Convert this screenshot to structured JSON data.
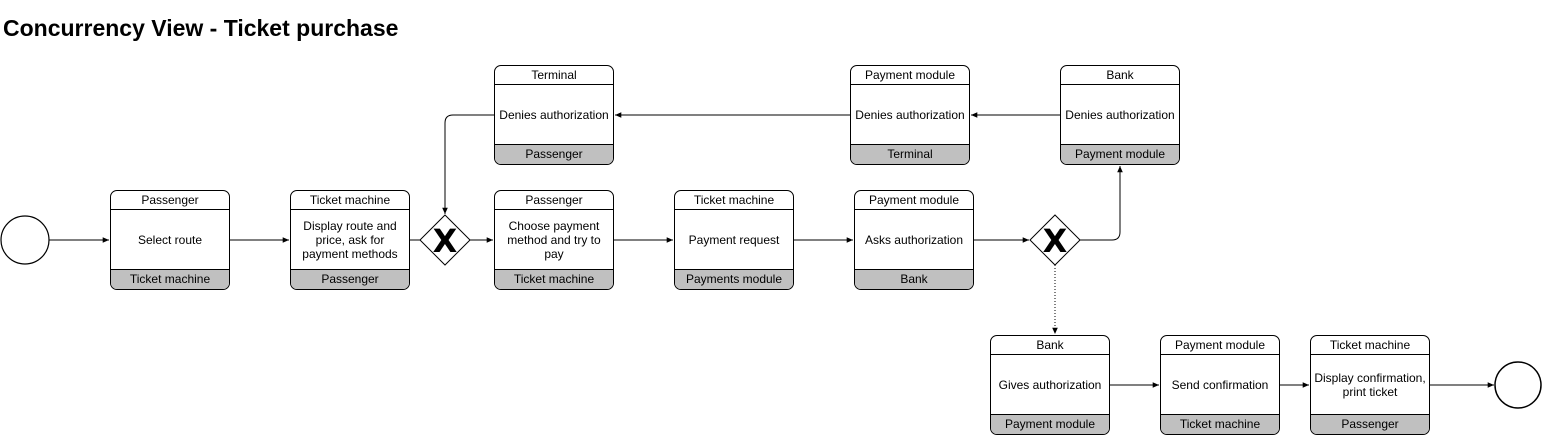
{
  "title": "Concurrency View - Ticket purchase",
  "tasks": [
    {
      "header": "Terminal",
      "body": "Denies authorization",
      "footer": "Passenger"
    },
    {
      "header": "Payment module",
      "body": "Denies authorization",
      "footer": "Terminal"
    },
    {
      "header": "Bank",
      "body": "Denies authorization",
      "footer": "Payment module"
    },
    {
      "header": "Passenger",
      "body": "Select route",
      "footer": "Ticket machine"
    },
    {
      "header": "Ticket machine",
      "body": "Display route and price, ask for payment methods",
      "footer": "Passenger"
    },
    {
      "header": "Passenger",
      "body": "Choose payment method and try to pay",
      "footer": "Ticket machine"
    },
    {
      "header": "Ticket machine",
      "body": "Payment request",
      "footer": "Payments module"
    },
    {
      "header": "Payment module",
      "body": "Asks authorization",
      "footer": "Bank"
    },
    {
      "header": "Bank",
      "body": "Gives authorization",
      "footer": "Payment module"
    },
    {
      "header": "Payment module",
      "body": "Send confirmation",
      "footer": "Ticket machine"
    },
    {
      "header": "Ticket machine",
      "body": "Display confirmation, print ticket",
      "footer": "Passenger"
    }
  ],
  "gateways": [
    {
      "symbol": "X"
    },
    {
      "symbol": "X"
    }
  ]
}
